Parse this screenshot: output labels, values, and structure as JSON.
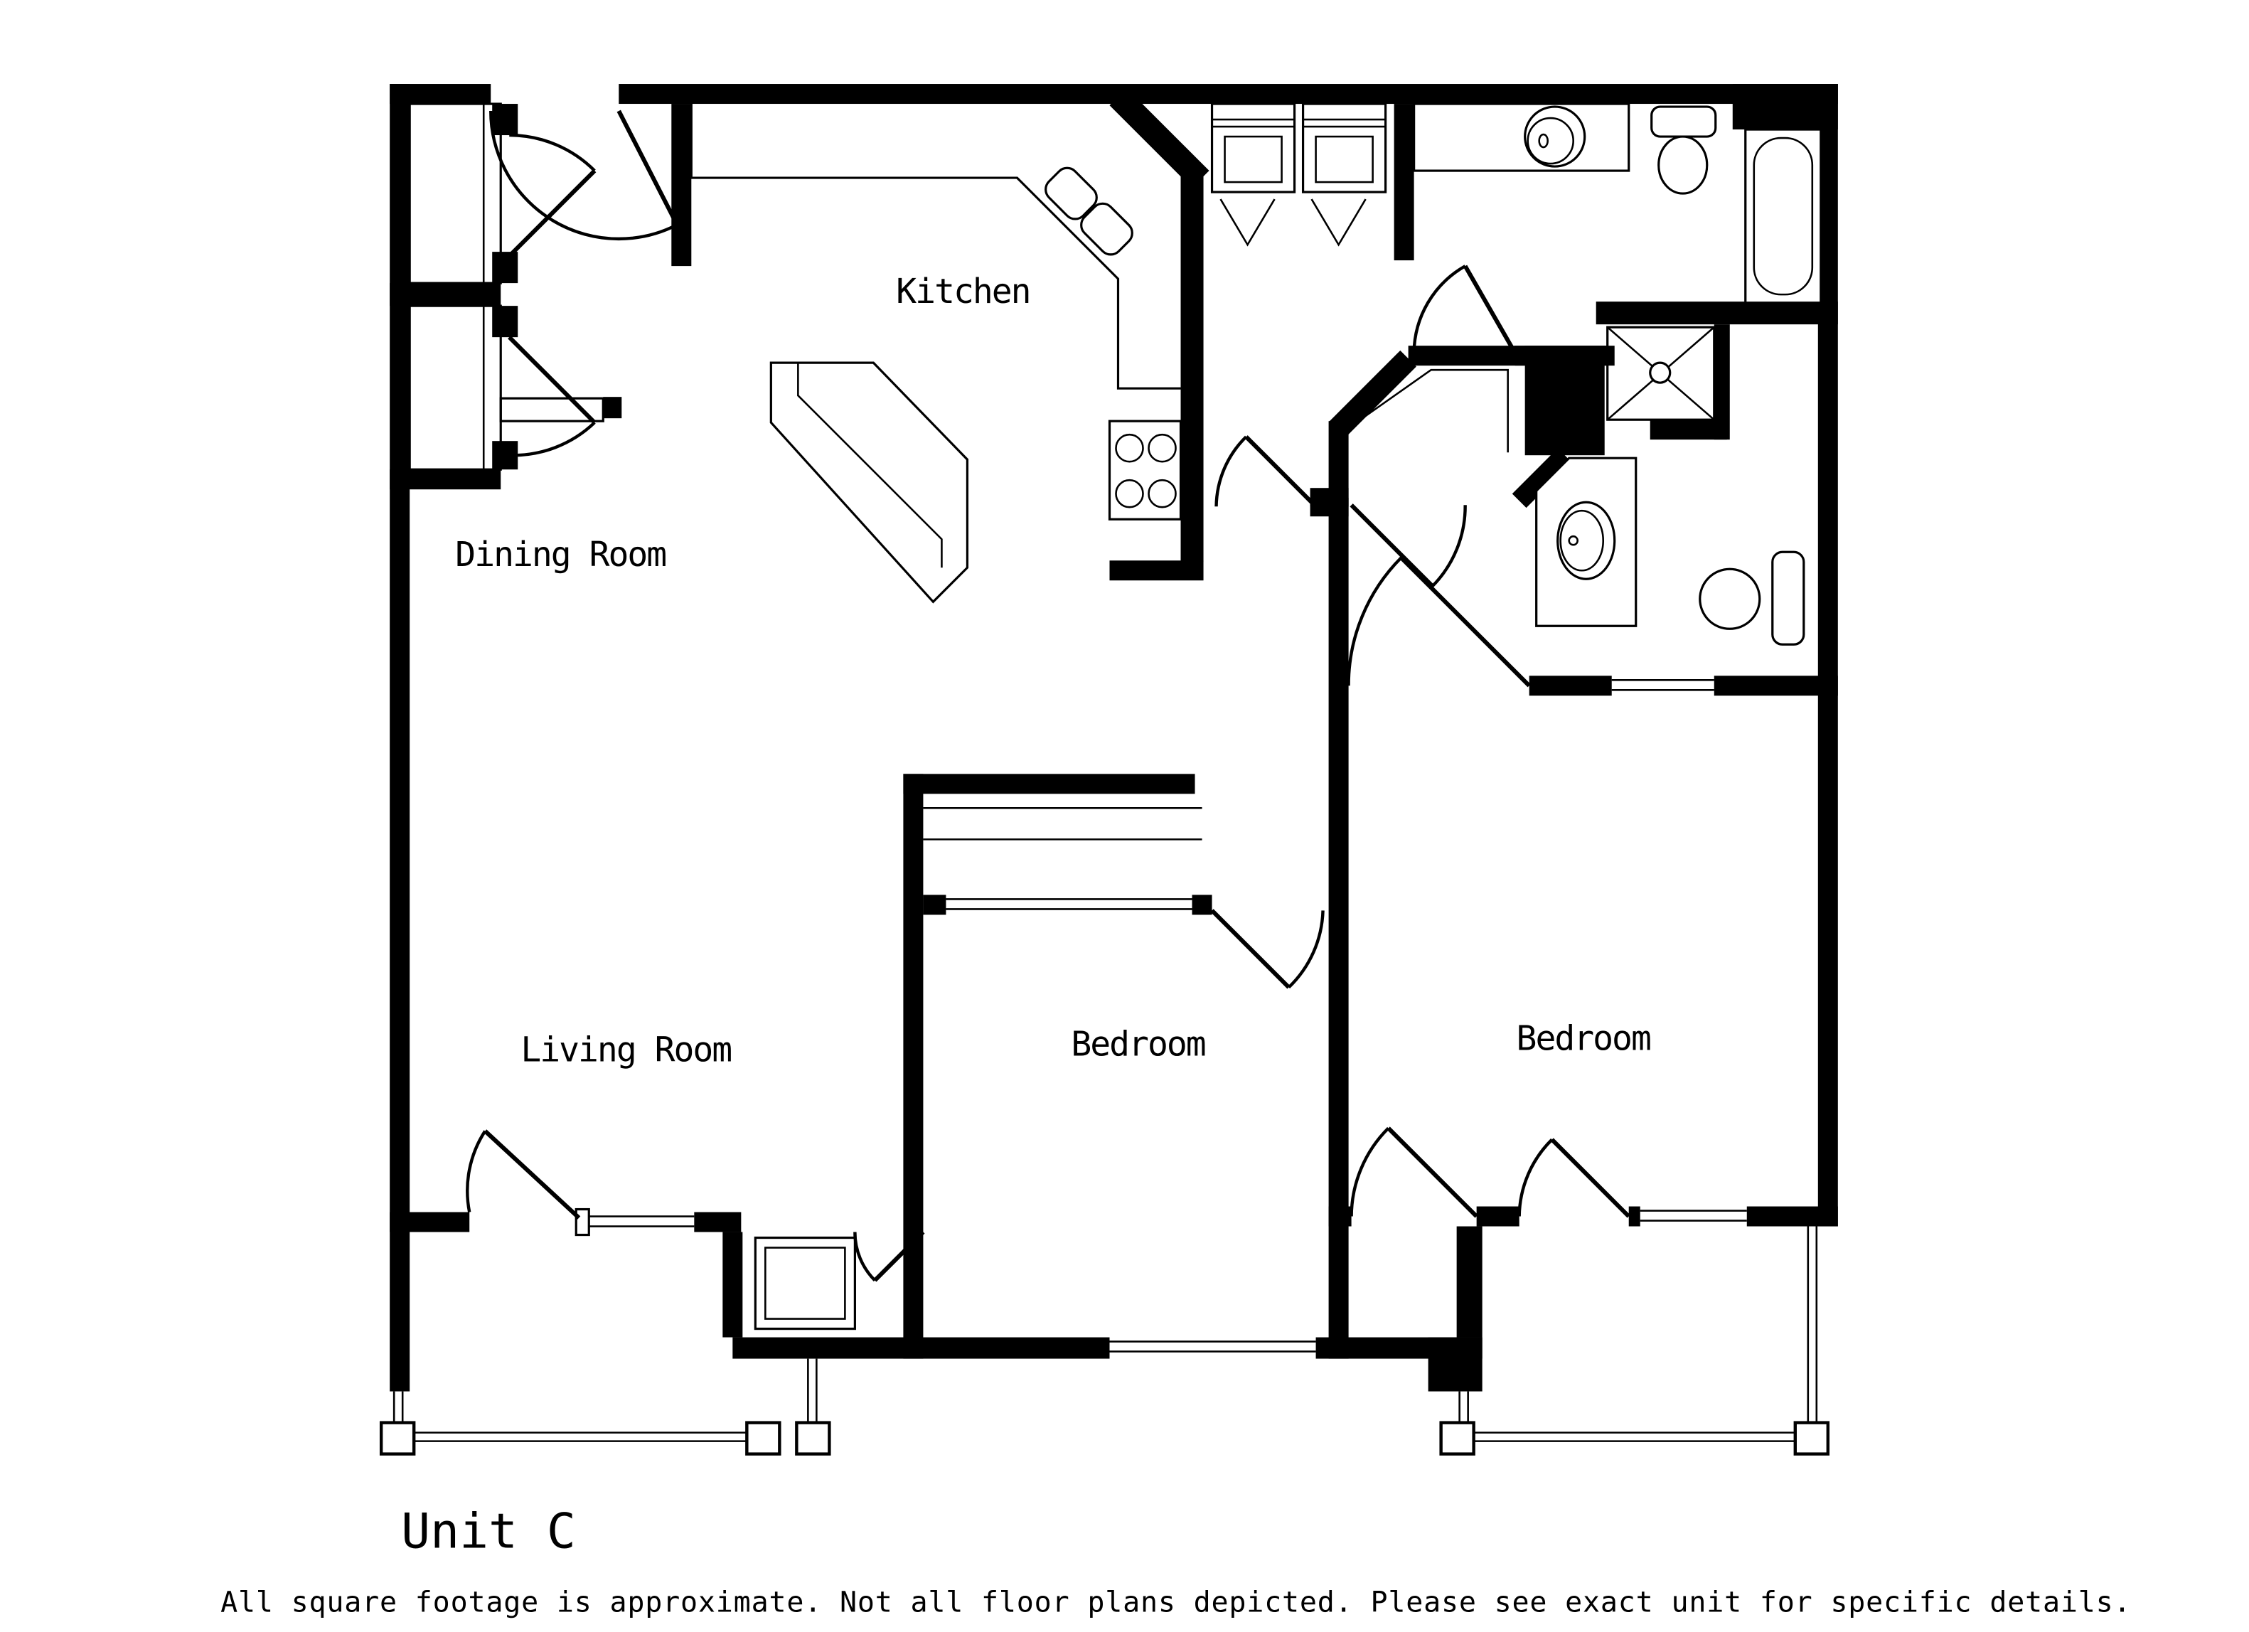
{
  "floorplan": {
    "unit_label": "Unit C",
    "disclaimer": "All square footage is approximate. Not all floor plans depicted. Please see exact unit for specific details.",
    "rooms": [
      {
        "id": "kitchen",
        "label": "Kitchen"
      },
      {
        "id": "dining-room",
        "label": "Dining Room"
      },
      {
        "id": "living-room",
        "label": "Living Room"
      },
      {
        "id": "bedroom-1",
        "label": "Bedroom"
      },
      {
        "id": "bedroom-2",
        "label": "Bedroom"
      }
    ],
    "colors": {
      "line": "#000000",
      "background": "#ffffff"
    }
  }
}
